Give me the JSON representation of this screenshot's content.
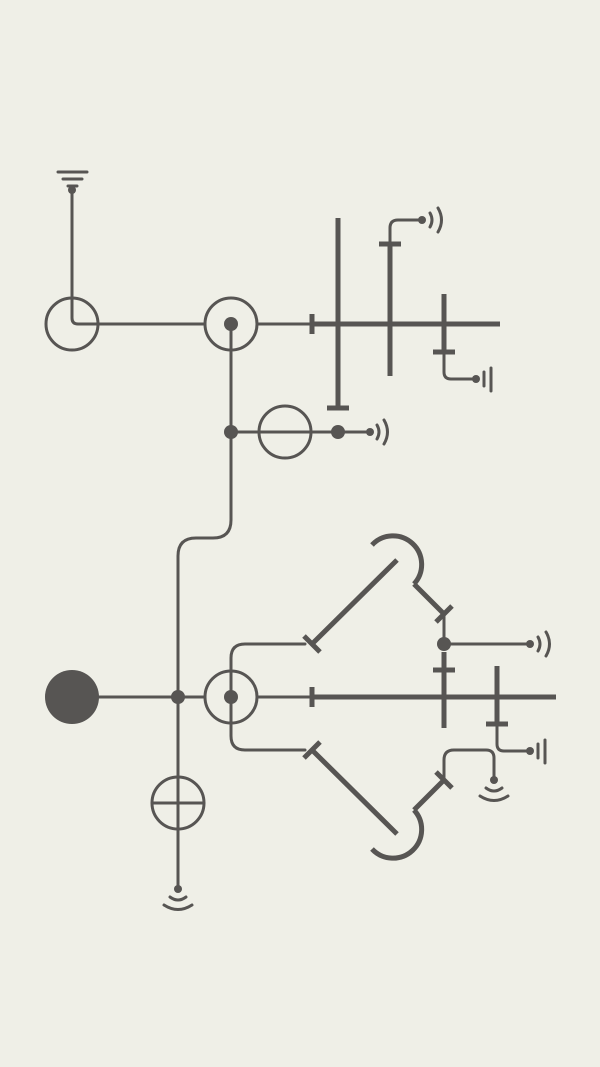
{
  "colors": {
    "background": "#efefe7",
    "ink": "#575553"
  },
  "board": {
    "source_node": "filled-circle",
    "components": [
      "ring-node",
      "ring-with-dot",
      "junction-dot",
      "beam",
      "wave-emitter",
      "ground-symbol",
      "curved-wave-receiver"
    ]
  }
}
